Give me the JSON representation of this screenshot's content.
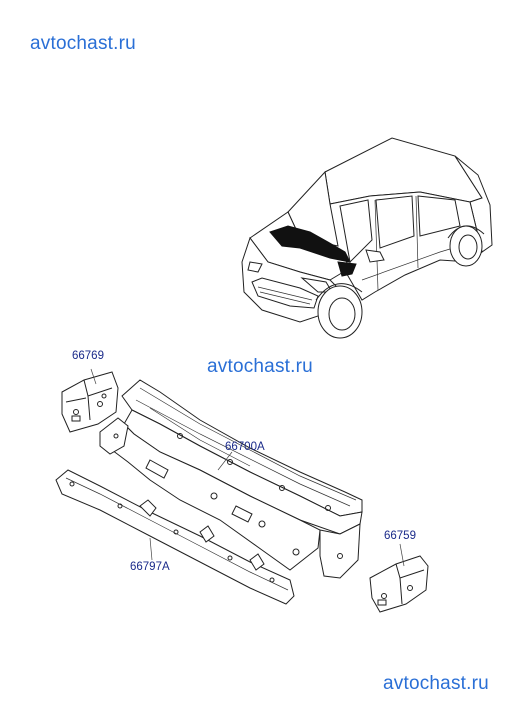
{
  "watermarks": {
    "top_left": "avtochast.ru",
    "middle": "avtochast.ru",
    "bottom_right": "avtochast.ru"
  },
  "parts": [
    {
      "number": "66769"
    },
    {
      "number": "66700A"
    },
    {
      "number": "66797A"
    },
    {
      "number": "66759"
    }
  ]
}
